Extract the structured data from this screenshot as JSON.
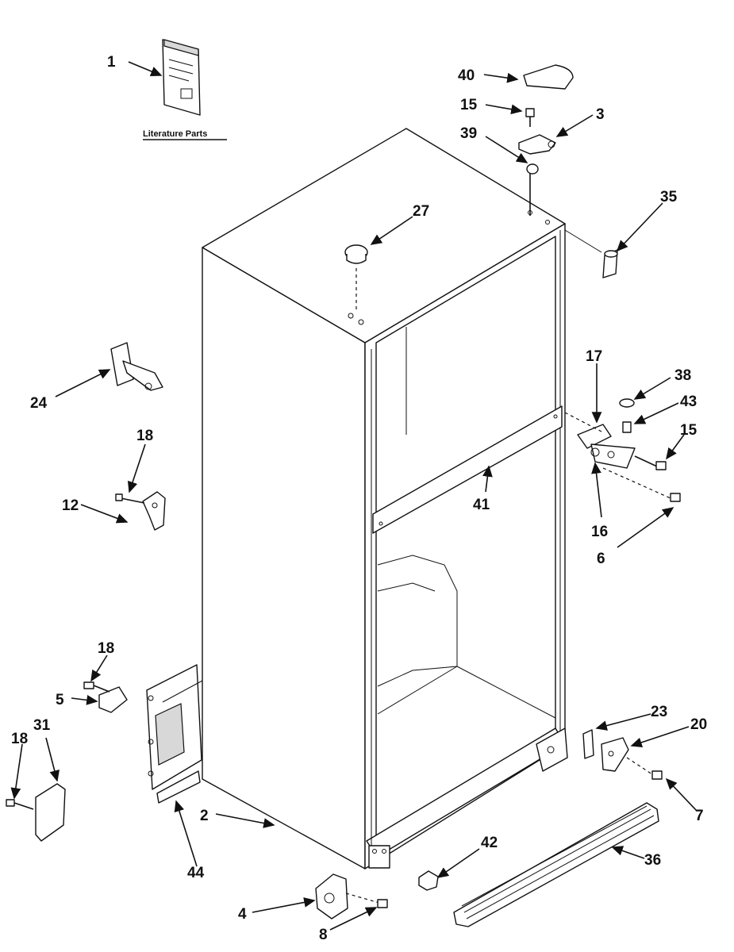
{
  "diagram": {
    "literature_caption": "Literature Parts",
    "callouts": [
      {
        "id": "c1",
        "text": "1"
      },
      {
        "id": "c40",
        "text": "40"
      },
      {
        "id": "c15a",
        "text": "15"
      },
      {
        "id": "c3",
        "text": "3"
      },
      {
        "id": "c39",
        "text": "39"
      },
      {
        "id": "c27",
        "text": "27"
      },
      {
        "id": "c35",
        "text": "35"
      },
      {
        "id": "c24",
        "text": "24"
      },
      {
        "id": "c17",
        "text": "17"
      },
      {
        "id": "c38",
        "text": "38"
      },
      {
        "id": "c43",
        "text": "43"
      },
      {
        "id": "c15b",
        "text": "15"
      },
      {
        "id": "c18a",
        "text": "18"
      },
      {
        "id": "c12",
        "text": "12"
      },
      {
        "id": "c41",
        "text": "41"
      },
      {
        "id": "c16",
        "text": "16"
      },
      {
        "id": "c6",
        "text": "6"
      },
      {
        "id": "c18b",
        "text": "18"
      },
      {
        "id": "c5",
        "text": "5"
      },
      {
        "id": "c23",
        "text": "23"
      },
      {
        "id": "c20",
        "text": "20"
      },
      {
        "id": "c18c",
        "text": "18"
      },
      {
        "id": "c31",
        "text": "31"
      },
      {
        "id": "c7",
        "text": "7"
      },
      {
        "id": "c2",
        "text": "2"
      },
      {
        "id": "c42",
        "text": "42"
      },
      {
        "id": "c36",
        "text": "36"
      },
      {
        "id": "c44",
        "text": "44"
      },
      {
        "id": "c4",
        "text": "4"
      },
      {
        "id": "c8",
        "text": "8"
      }
    ]
  }
}
